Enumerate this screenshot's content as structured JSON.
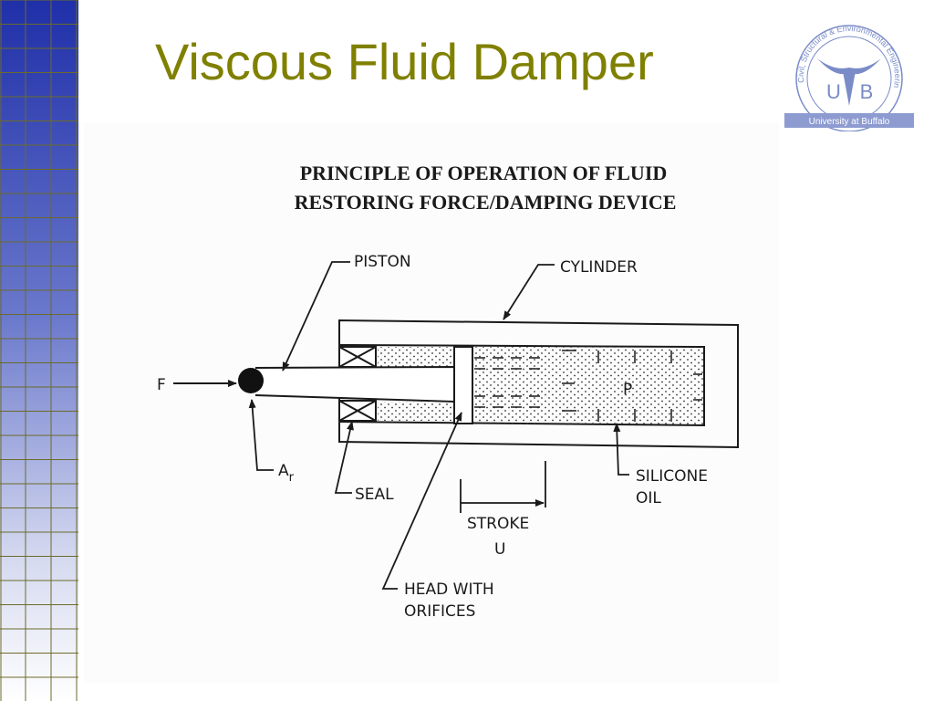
{
  "slide": {
    "title": "Viscous Fluid Damper"
  },
  "diagram": {
    "heading_line1": "PRINCIPLE OF OPERATION OF FLUID",
    "heading_line2": "RESTORING FORCE/DAMPING DEVICE",
    "labels": {
      "piston": "PISTON",
      "cylinder": "CYLINDER",
      "force": "F",
      "area_base": "A",
      "area_sub": "r",
      "seal": "SEAL",
      "pressure": "P",
      "silicone_line1": "SILICONE",
      "silicone_line2": "OIL",
      "stroke_line1": "STROKE",
      "stroke_line2": "U",
      "head_line1": "HEAD WITH",
      "head_line2": "ORIFICES"
    }
  },
  "logo": {
    "left_letter": "U",
    "right_letter": "B",
    "arc_text": "Civil, Structural & Environmental Engineering",
    "banner_text": "University at Buffalo",
    "colors": {
      "primary": "#7a8cc8",
      "banner": "#8d9bd0"
    }
  },
  "theme": {
    "title_color": "#808000",
    "grid_top_color": "#1f2fa8",
    "grid_bottom_color": "#ffffff",
    "grid_line_color": "#6b6b2a"
  }
}
